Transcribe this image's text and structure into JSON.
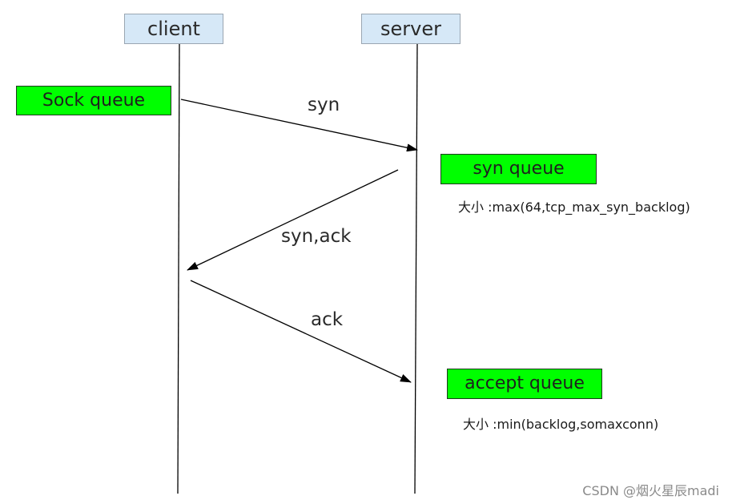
{
  "lanes": {
    "client": "client",
    "server": "server"
  },
  "queues": {
    "sock": "Sock queue",
    "syn": "syn queue",
    "accept": "accept queue"
  },
  "messages": {
    "syn": "syn",
    "syn_ack": "syn,ack",
    "ack": "ack"
  },
  "notes": {
    "syn_queue_size": "大小 :max(64,tcp_max_syn_backlog)",
    "accept_queue_size": "大小 :min(backlog,somaxconn)"
  },
  "watermark": "CSDN @烟火星辰madi",
  "colors": {
    "lane_fill": "#d6e8f7",
    "queue_fill": "#00ff00",
    "line": "#000000"
  }
}
